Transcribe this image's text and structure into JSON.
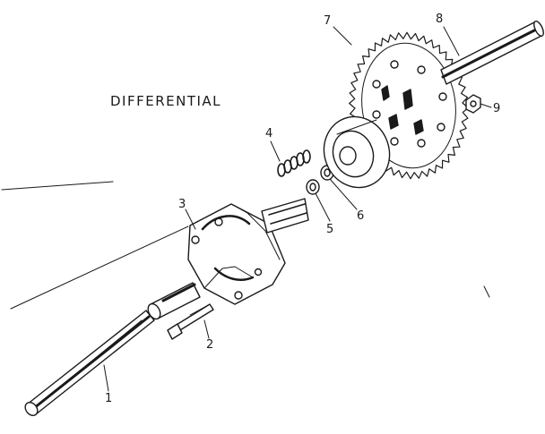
{
  "diagram": {
    "title": "DIFFERENTIAL",
    "callouts": [
      {
        "id": "1",
        "label": "1"
      },
      {
        "id": "2",
        "label": "2"
      },
      {
        "id": "3",
        "label": "3"
      },
      {
        "id": "4",
        "label": "4"
      },
      {
        "id": "5",
        "label": "5"
      },
      {
        "id": "6",
        "label": "6"
      },
      {
        "id": "7",
        "label": "7"
      },
      {
        "id": "8",
        "label": "8"
      },
      {
        "id": "9",
        "label": "9"
      }
    ]
  },
  "colors": {
    "ink": "#1a1a1a",
    "background": "#ffffff"
  }
}
